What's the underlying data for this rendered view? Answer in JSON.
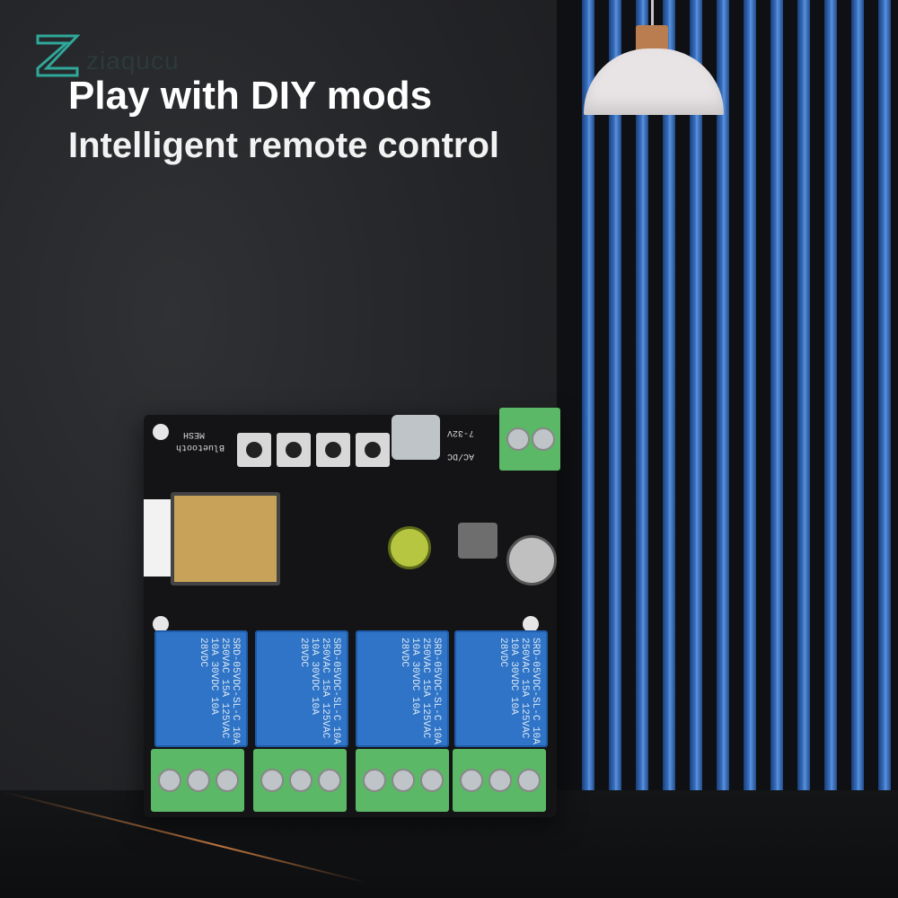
{
  "brand": {
    "logo_text": "ziaqucu"
  },
  "hero": {
    "headline": "Play with DIY mods",
    "subheadline": "Intelligent remote control"
  },
  "board": {
    "silkscreen": {
      "mesh": "MESH",
      "bluetooth": "Bluetooth",
      "voltage": "7-32V",
      "acdc": "AC/DC"
    },
    "relay_label": "SRD-05VDC-SL-C  10A 250VAC 15A 125VAC 10A 30VDC 10A 28VDC",
    "relay_count": 4
  },
  "colors": {
    "stripe_blue": "#3a73c4",
    "terminal_green": "#5ab866",
    "relay_blue": "#2f74c6",
    "accent_copper": "#d68546"
  }
}
